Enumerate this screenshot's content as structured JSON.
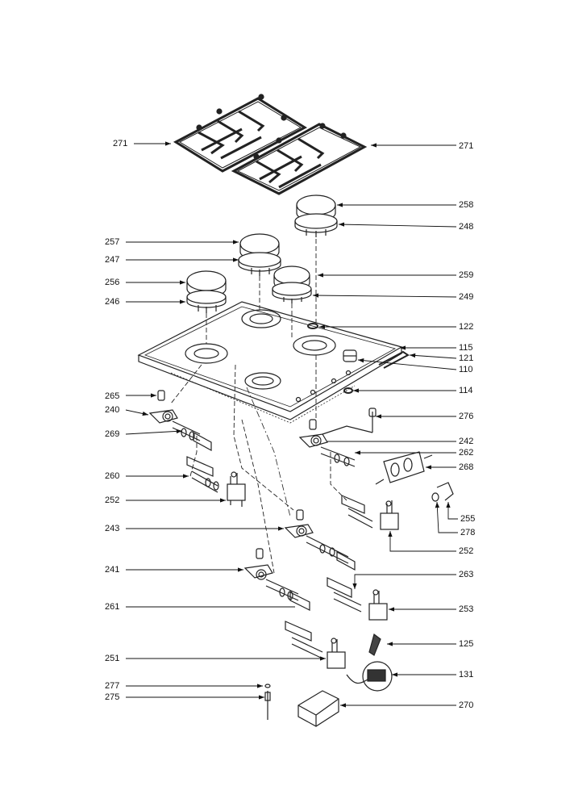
{
  "diagram": {
    "labels": {
      "p271a": "271",
      "p271b": "271",
      "p258": "258",
      "p248": "248",
      "p257": "257",
      "p247": "247",
      "p259": "259",
      "p256": "256",
      "p249": "249",
      "p246": "246",
      "p122": "122",
      "p115": "115",
      "p121": "121",
      "p110": "110",
      "p114": "114",
      "p265": "265",
      "p240": "240",
      "p276": "276",
      "p269": "269",
      "p242": "242",
      "p262": "262",
      "p268": "268",
      "p260": "260",
      "p252a": "252",
      "p255": "255",
      "p243": "243",
      "p278": "278",
      "p252b": "252",
      "p241": "241",
      "p263": "263",
      "p261": "261",
      "p253": "253",
      "p125": "125",
      "p251": "251",
      "p131": "131",
      "p277": "277",
      "p275": "275",
      "p270": "270"
    }
  }
}
